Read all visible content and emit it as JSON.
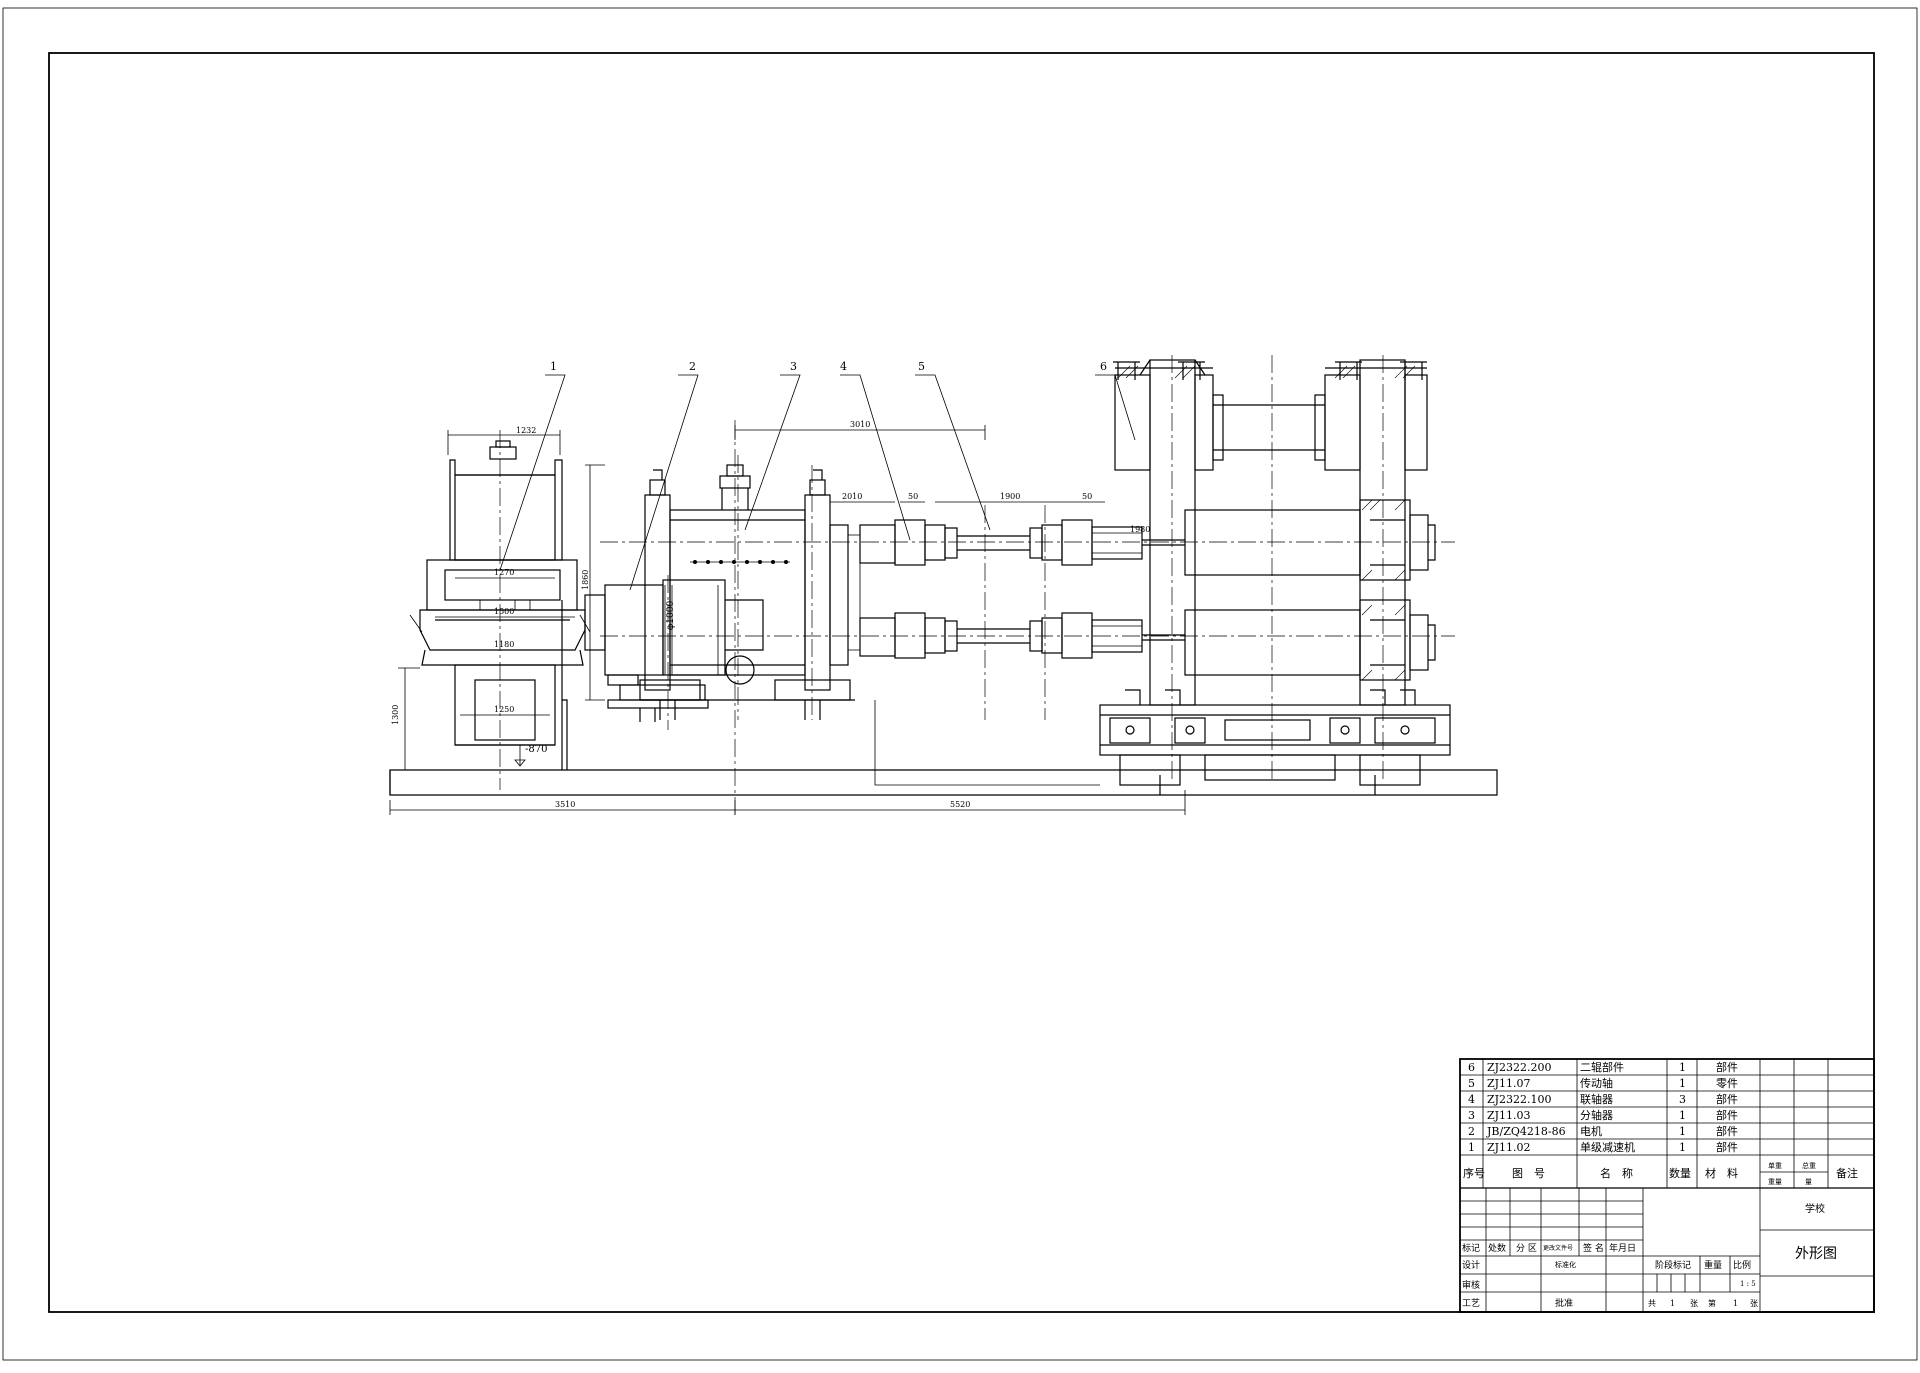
{
  "drawing": {
    "balloons": [
      "1",
      "2",
      "3",
      "4",
      "5",
      "6"
    ],
    "dimensions": {
      "d1232": "1232",
      "d1270": "1270",
      "d1500": "1500",
      "d1180": "1180",
      "d1250": "1250",
      "d1300": "1300",
      "d870": "-870",
      "d3510": "3510",
      "d5520": "5520",
      "d3010": "3010",
      "d2010": "2010",
      "d50a": "50",
      "d1900": "1900",
      "d50b": "50",
      "d1860": "1860",
      "d1980": "1980",
      "dphi1000": "φ1000"
    }
  },
  "bom": {
    "rows": [
      {
        "no": "6",
        "code": "ZJ2322.200",
        "name": "二辊部件",
        "qty": "1",
        "material": "部件"
      },
      {
        "no": "5",
        "code": "ZJ11.07",
        "name": "传动轴",
        "qty": "1",
        "material": "零件"
      },
      {
        "no": "4",
        "code": "ZJ2322.100",
        "name": "联轴器",
        "qty": "3",
        "material": "部件"
      },
      {
        "no": "3",
        "code": "ZJ11.03",
        "name": "分轴器",
        "qty": "1",
        "material": "部件"
      },
      {
        "no": "2",
        "code": "JB/ZQ4218-86",
        "name": "电机",
        "qty": "1",
        "material": "部件"
      },
      {
        "no": "1",
        "code": "ZJ11.02",
        "name": "单级减速机",
        "qty": "1",
        "material": "部件"
      }
    ],
    "header": {
      "no": "序号",
      "code": "图　号",
      "name": "名　称",
      "qty": "数量",
      "material": "材　料",
      "unit_weight": "单重",
      "unit_weight2": "重量",
      "total_weight": "总重",
      "total_weight2": "量",
      "remark": "备注"
    }
  },
  "title_block": {
    "school": "学校",
    "drawing_title": "外形图",
    "mark": "标记",
    "count": "处数",
    "zone": "分 区",
    "change_doc": "更改文件号",
    "signature": "签 名",
    "date": "年月日",
    "design": "设计",
    "standardize": "标准化",
    "check": "审核",
    "process": "工艺",
    "approve": "批准",
    "stage_mark": "阶段标记",
    "weight": "重量",
    "scale_label": "比例",
    "scale_value": "1 : 5",
    "sheets_total_label": "共",
    "sheets_total": "1",
    "sheets_unit": "张",
    "sheet_no_label": "第",
    "sheet_no": "1",
    "sheet_unit2": "张"
  }
}
